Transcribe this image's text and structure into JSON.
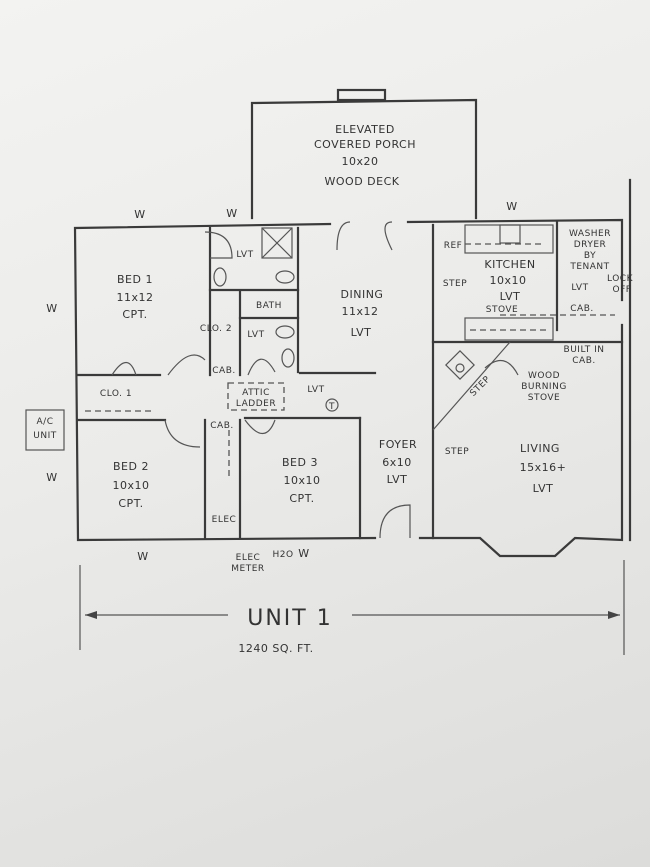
{
  "plan": {
    "title": "UNIT 1",
    "area": "1240 SQ. FT.",
    "window_mark": "W",
    "rooms": {
      "porch": [
        "ELEVATED",
        "COVERED PORCH",
        "10x20",
        "WOOD DECK"
      ],
      "bed1": [
        "BED 1",
        "11x12",
        "CPT."
      ],
      "bed2": [
        "BED 2",
        "10x10",
        "CPT."
      ],
      "bed3": [
        "BED 3",
        "10x10",
        "CPT."
      ],
      "dining": [
        "DINING",
        "11x12",
        "LVT"
      ],
      "foyer": [
        "FOYER",
        "6x10",
        "LVT"
      ],
      "kitchen": [
        "KITCHEN",
        "10x10",
        "LVT"
      ],
      "living": [
        "LIVING",
        "15x16+",
        "LVT"
      ],
      "laundry": [
        "WASHER",
        "DRYER",
        "BY",
        "TENANT"
      ]
    },
    "labels": {
      "bath": "BATH",
      "lvt": "LVT",
      "clo1": "CLO. 1",
      "clo2": "CLO. 2",
      "cab": "CAB.",
      "attic": [
        "ATTIC",
        "LADDER"
      ],
      "ac": [
        "A/C",
        "UNIT"
      ],
      "elec": "ELEC",
      "elec_meter": [
        "ELEC",
        "METER"
      ],
      "h2o": "H2O",
      "ref": "REF",
      "step": "STEP",
      "stove": "STOVE",
      "wood_stove": [
        "WOOD",
        "BURNING",
        "STOVE"
      ],
      "built_in": [
        "BUILT IN",
        "CAB."
      ],
      "lock_off": [
        "LOCK",
        "OFF"
      ],
      "thermostat": "T"
    }
  }
}
